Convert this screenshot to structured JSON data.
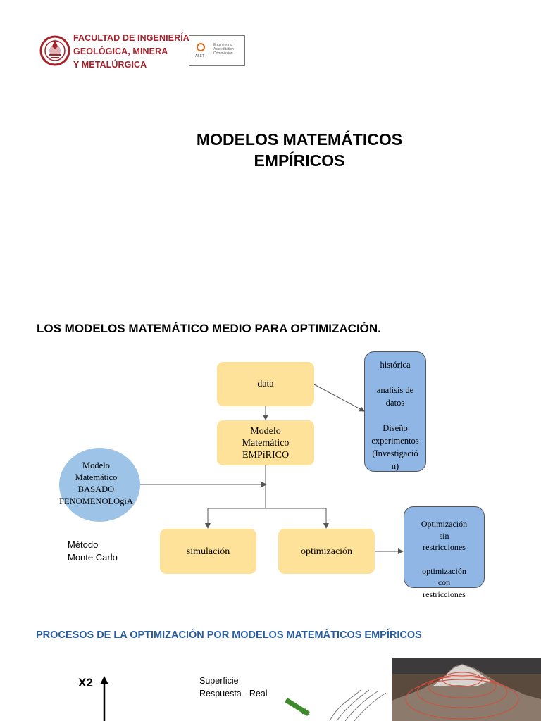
{
  "header": {
    "faculty_lines": [
      "FACULTAD DE INGENIERÍA",
      "GEOLÓGICA, MINERA",
      "Y METALÚRGICA"
    ],
    "accreditation_text": [
      "Engineering",
      "Accreditation",
      "Commission"
    ],
    "accreditation_code": "ABET"
  },
  "title": {
    "line1": "MODELOS MATEMÁTICOS",
    "line2": "EMPÍRICOS"
  },
  "section_title": "LOS MODELOS MATEMÁTICO MEDIO PARA OPTIMIZACIÓN.",
  "diagram": {
    "data_label": "data",
    "model_lines": [
      "Modelo",
      "Matemático",
      "EMPíRICO"
    ],
    "sources_lines": [
      "histórica",
      "",
      "analisis de",
      "datos",
      "",
      "Diseño",
      "experimentos",
      "(Investigació",
      "n)"
    ],
    "pheno_lines": [
      "Modelo",
      "Matemático",
      "BASADO",
      "FENOMENOLOgiA"
    ],
    "simulation_label": "simulación",
    "optimization_label": "optimización",
    "opt_types_lines": [
      "Optimización",
      "sin",
      "restricciones",
      "",
      "optimización",
      "con",
      "restricciones"
    ],
    "monte_carlo_lines": [
      "Método",
      "Monte Carlo"
    ]
  },
  "processes_title": "PROCESOS  DE LA OPTIMIZACIÓN POR MODELOS MATEMÁTICOS EMPÍRICOS",
  "plot": {
    "axis_label": "X2",
    "surface_lines": [
      "Superficie",
      "Respuesta - Real"
    ]
  },
  "colors": {
    "brand_red": "#a5222a",
    "box_yellow": "#ffe29a",
    "box_blue": "#8fb6e4",
    "ellipse_blue": "#9dc3e6",
    "heading_blue": "#2b5d9e",
    "arrow_green": "#3d8b2a"
  }
}
